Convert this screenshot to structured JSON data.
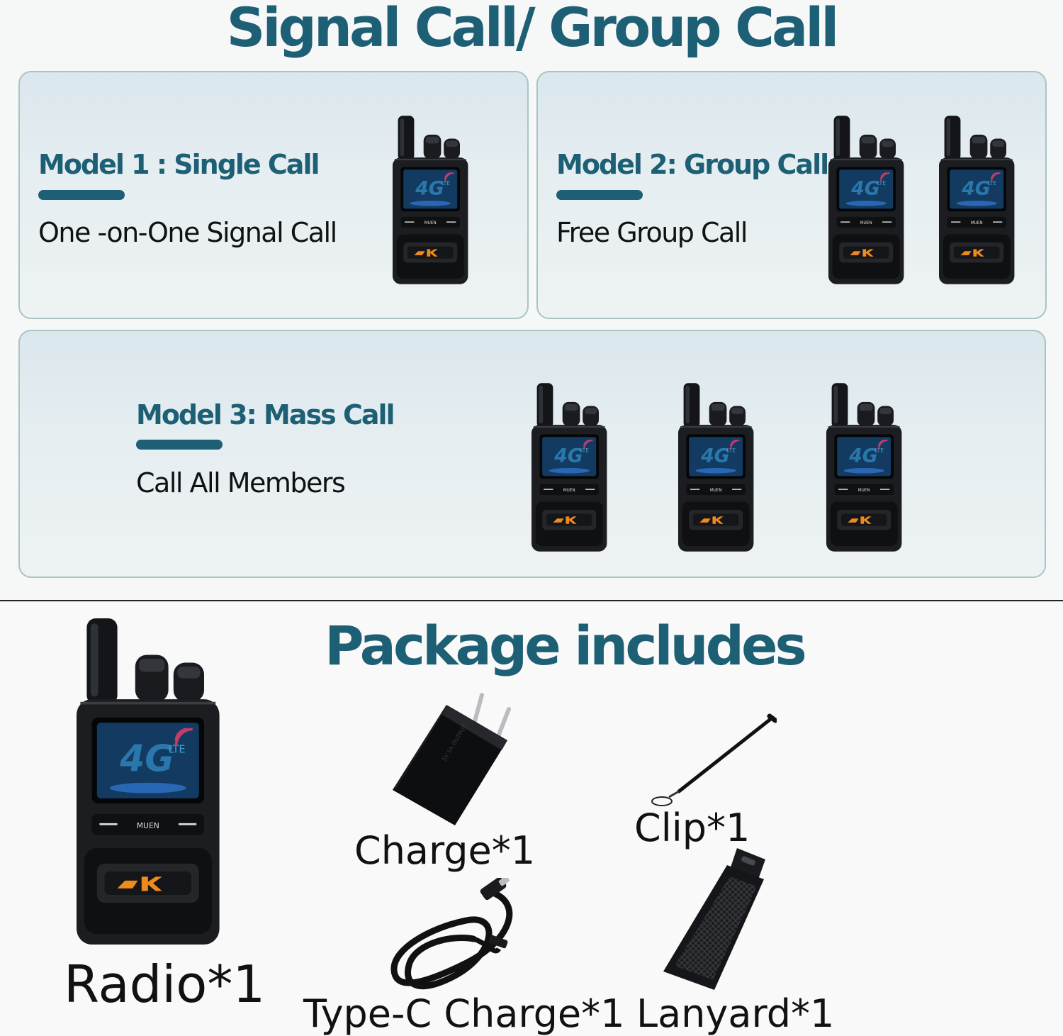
{
  "header": {
    "title": "Signal Call/ Group Call"
  },
  "modes": [
    {
      "title": "Model 1 : Single Call",
      "description": "One -on-One Signal Call",
      "radios": 1
    },
    {
      "title": "Model 2: Group Call",
      "description": "Free Group Call",
      "radios": 2
    },
    {
      "title": "Model 3: Mass Call",
      "description": "Call All Members",
      "radios": 3
    }
  ],
  "radio_device": {
    "brand": "MUEN",
    "screen_text": "4G",
    "screen_subtext": "LTE"
  },
  "package": {
    "title": "Package includes",
    "items": [
      {
        "label": "Radio*1",
        "icon": "radio-icon"
      },
      {
        "label": "Charge*1",
        "icon": "charger-adapter-icon"
      },
      {
        "label": "Clip*1",
        "icon": "lanyard-strap-icon"
      },
      {
        "label": "Type-C Charge*1",
        "icon": "type-c-cable-icon"
      },
      {
        "label": "Lanyard*1",
        "icon": "belt-clip-icon"
      }
    ]
  },
  "colors": {
    "accent": "#1d5f74",
    "panel_border": "#a9c4c6",
    "radio_body": "#1b1d20",
    "brand_orange": "#f08a1c"
  }
}
